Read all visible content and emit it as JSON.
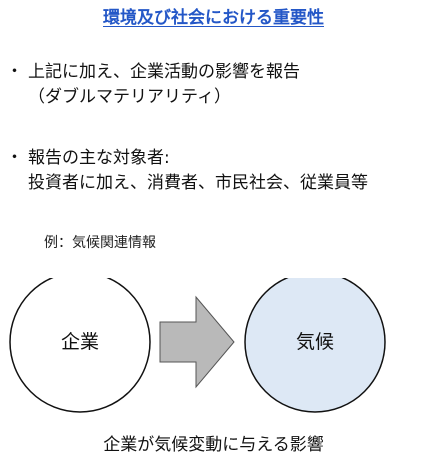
{
  "title": "環境及び社会における重要性",
  "bullets": [
    {
      "marker": "・",
      "line1": "上記に加え、企業活動の影響を報告",
      "line2": "（ダブルマテリアリティ）"
    },
    {
      "marker": "・",
      "line1": "報告の主な対象者:",
      "line2": "投資者に加え、消費者、市民社会、従業員等"
    }
  ],
  "example_label": "例：気候関連情報",
  "diagram": {
    "left_node": "企業",
    "right_node": "気候",
    "left_fill": "#ffffff",
    "right_fill": "#dde8f5",
    "arrow_fill": "#b9b9b9"
  },
  "caption": "企業が気候変動に与える影響"
}
